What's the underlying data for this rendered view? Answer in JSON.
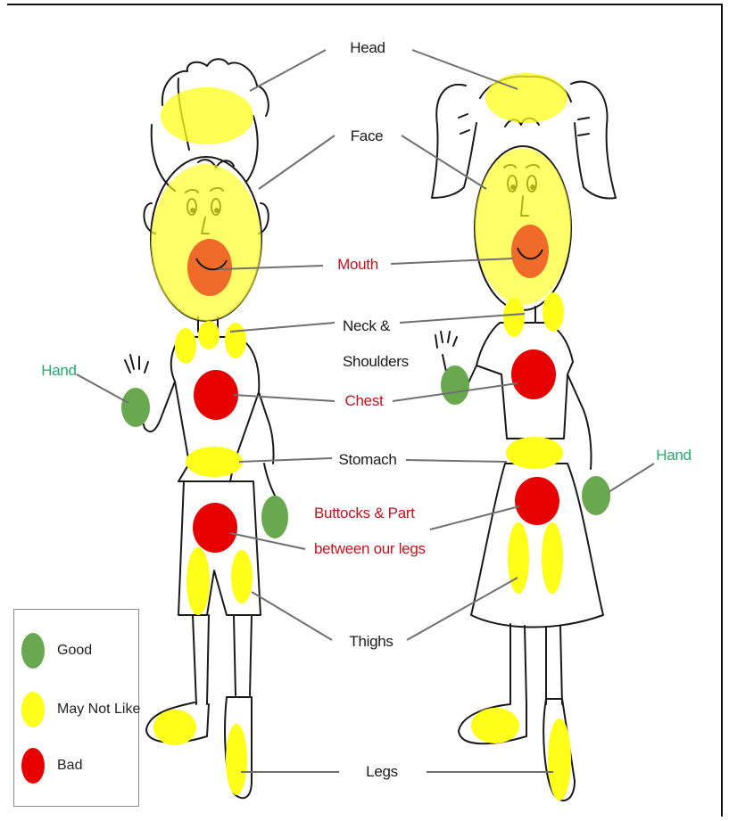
{
  "colors": {
    "good": "#6aa84f",
    "may_not_like": "#ffff1a",
    "bad": "#e60000",
    "mouth": "#f06a2a",
    "label_black": "#1a1a1a",
    "label_red": "#c0141f",
    "label_green": "#2aa86a"
  },
  "labels": {
    "head": "Head",
    "face": "Face",
    "mouth": "Mouth",
    "neck_line1": "Neck &",
    "neck_line2": "Shoulders",
    "chest": "Chest",
    "stomach": "Stomach",
    "buttocks_line1": "Buttocks &  Part",
    "buttocks_line2": "between our legs",
    "thighs": "Thighs",
    "legs": "Legs",
    "hand_left": "Hand",
    "hand_right": "Hand"
  },
  "legend": {
    "items": [
      {
        "label": "Good",
        "color_key": "good"
      },
      {
        "label": "May Not Like",
        "color_key": "may_not_like"
      },
      {
        "label": "Bad",
        "color_key": "bad"
      }
    ]
  }
}
